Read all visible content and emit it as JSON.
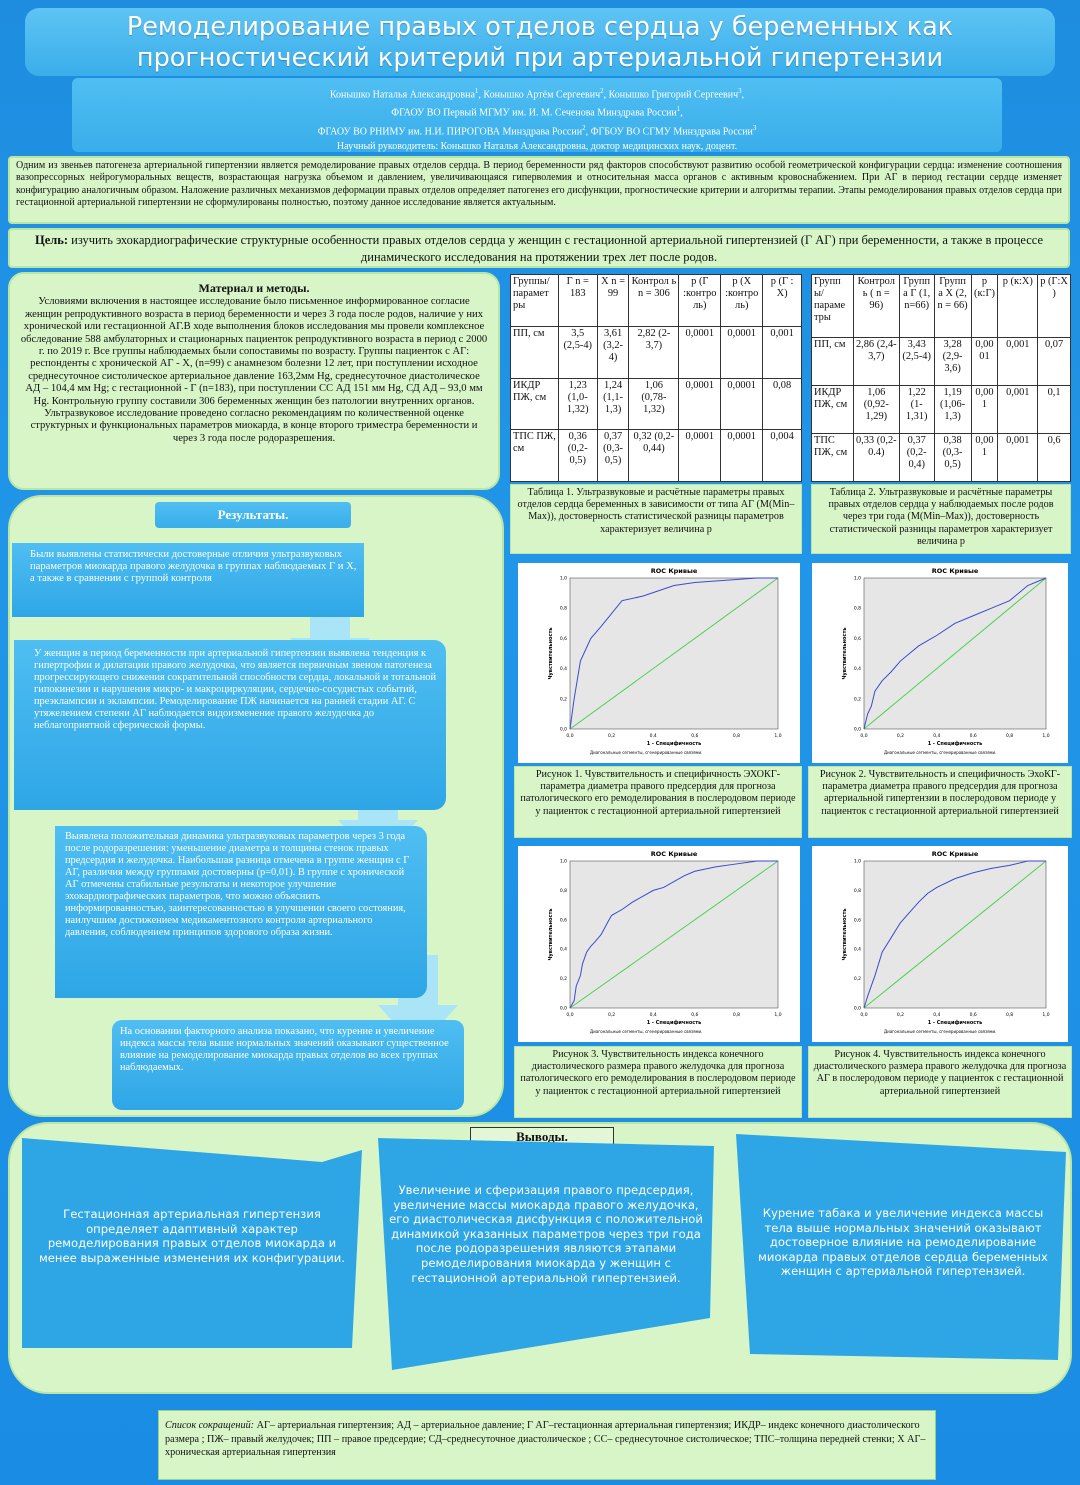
{
  "title": {
    "line1": "Ремоделирование правых отделов сердца у беременных как",
    "line2": "прогностический критерий при артериальной гипертензии"
  },
  "authors": {
    "names_1": "Конышко Наталья Александровна",
    "names_2": ", Конышко Артём Сергеевич",
    "names_3": ", Конышко Григорий Сергеевич",
    "aff_line1": "ФГАОУ ВО Первый МГМУ им. И. М. Сеченова Минздрава России",
    "aff_line2a": "ФГАОУ ВО РНИМУ им. Н.И. ПИРОГОВА Минздрава России",
    "aff_line2b": ", ФГБОУ ВО СГМУ Минздрава России",
    "supervisor": "Научный руководитель: Конышко Наталья Александровна, доктор медицинских наук, доцент.",
    "sup1": "1",
    "sup2": "2",
    "sup3": "3",
    "sep_comma": ","
  },
  "intro": "Одним из звеньев патогенеза артериальной гипертензии является ремоделирование правых отделов сердца. В период беременности ряд факторов способствуют развитию особой геометрической конфигурации сердца: изменение соотношения вазопрессорных нейрогуморальных веществ, возрастающая нагрузка объемом и давлением, увеличивающаяся гиперволемия и относительная масса органов с активным кровоснабжением. При АГ в период гестации сердце изменяет конфигурацию аналогичным образом. Наложение различных механизмов деформации правых отделов определяет патогенез его дисфункции, прогностические критерии и алгоритмы терапии. Этапы ремоделирования правых отделов сердца при гестационной артериальной гипертензии не сформулированы полностью, поэтому данное исследование является актуальным.",
  "aim": {
    "label": "Цель:",
    "text": " изучить эхокардиографические структурные особенности правых отделов сердца у женщин с гестационной артериальной гипертензией (Г АГ) при беременности, а также в процессе динамического исследования на протяжении трех лет после родов."
  },
  "methods": {
    "title": "Материал и методы.",
    "text": "Условиями включения в настоящее исследование было письменное информированное согласие женщин репродуктивного возраста в период беременности и через 3 года после родов, наличие у них хронической или гестационной АГ.В ходе выполнения блоков исследования мы провели комплексное обследование 588 амбулаторных и стационарных пациенток репродуктивного возраста в период с 2000 г. по 2019 г. Все группы наблюдаемых были сопоставимы по возрасту. Группы пациенток с АГ: респонденты с хронической АГ - Х, (n=99) с анамнезом болезни 12 лет, при поступлении исходное среднесуточное систолическое артериальное давление 163,2мм Hg, среднесуточное диастолическое АД – 104,4 мм Hg; с гестационной - Г (n=183), при поступлении СС АД 151 мм Hg, СД АД – 93,0 мм Hg. Контрольную группу составили 306 беременных женщин без патологии внутренних органов. Ультразвуковое исследование проведено согласно рекомендациям по количественной оценке структурных и функциональных параметров миокарда, в конце второго триместра беременности и через 3 года после родоразрешения."
  },
  "table1": {
    "header": [
      "Группы/ парамет ры",
      "Г n = 183",
      "Х n = 99",
      "Контрол ь n = 306",
      "р (Г :контро ль)",
      "р (Х :контро ль)",
      "р (Г : Х)"
    ],
    "rows": [
      [
        "ПП, см",
        "3,5 (2,5-4)",
        "3,61 (3,2-4)",
        "2,82 (2-3,7)",
        "0,0001",
        "0,0001",
        "0,001"
      ],
      [
        "ИКДР ПЖ, см",
        "1,23 (1,0-1,32)",
        "1,24 (1,1-1,3)",
        "1,06 (0,78-1,32)",
        "0,0001",
        "0,0001",
        "0,08"
      ],
      [
        "ТПС ПЖ, см",
        "0,36 (0,2-0,5)",
        "0,37 (0,3-0,5)",
        "0,32 (0,2-0,44)",
        "0,0001",
        "0,0001",
        "0,004"
      ]
    ],
    "caption": "Таблица 1. Ультразвуковые и расчётные параметры правых отделов сердца беременных в зависимости от типа АГ (M(Min–Max)), достоверность статистической разницы параметров характеризует величина р"
  },
  "table2": {
    "header": [
      "Групп ы/ параме тры",
      "Контрол ь ( n = 96)",
      "Групп а Г (1, n=66)",
      "Групп а Х (2, n = 66)",
      "р (к:Г)",
      "р (к:Х)",
      "р (Г:Х )"
    ],
    "rows": [
      [
        "ПП, см",
        "2,86 (2,4-3,7)",
        "3,43 (2,5-4)",
        "3,28 (2,9-3,6)",
        "0,00 01",
        "0,001",
        "0,07"
      ],
      [
        "ИКДР ПЖ, см",
        "1,06 (0,92-1,29)",
        "1,22 (1-1,31)",
        "1,19 (1,06-1,3)",
        "0,00 1",
        "0,001",
        "0,1"
      ],
      [
        "ТПС ПЖ, см",
        "0,33 (0,2-0.4)",
        "0,37 (0,2-0,4)",
        "0,38 (0,3-0,5)",
        "0,00 1",
        "0,001",
        "0,6"
      ]
    ],
    "caption": "Таблица 2. Ультразвуковые и расчётные параметры правых отделов сердца у наблюдаемых после родов через три года (M(Min–Max)), достоверность статистической разницы параметров характеризует величина р"
  },
  "figures": [
    {
      "chart_title": "ROC Кривые",
      "xlabel": "1 - Специфичность",
      "ylabel": "Чувствительность",
      "footnote": "Диагональные сегменты, сгенерированные связями.",
      "caption": "Рисунок 1. Чувствительность и специфичность ЭХОКГ-параметра диаметра правого предсердия для прогноза патологического его ремоделирования в послеродовом периоде у пациенток с гестационной артериальной гипертензией"
    },
    {
      "chart_title": "ROC Кривые",
      "xlabel": "1 - Специфичность",
      "ylabel": "Чувствительность",
      "footnote": "Диагональные сегменты, сгенерированные связями.",
      "caption": "Рисунок 2. Чувствительность и специфичность ЭхоКГ-параметра диаметра правого предсердия для прогноза артериальной гипертензии в послеродовом периоде у пациенток с гестационной артериальной гипертензией"
    },
    {
      "chart_title": "ROC Кривые",
      "xlabel": "1 - Специфичность",
      "ylabel": "Чувствительность",
      "footnote": "Диагональные сегменты, сгенерированные связями.",
      "caption": "Рисунок 3. Чувствительность индекса конечного диастолического размера правого желудочка для прогноза патологического его ремоделирования в послеродовом периоде у пациенток с гестационной артериальной гипертензией"
    },
    {
      "chart_title": "ROC Кривые",
      "xlabel": "1 - Специфичность",
      "ylabel": "Чувствительность",
      "footnote": "Диагональные сегменты, сгенерированные связями.",
      "caption": "Рисунок 4. Чувствительность индекса конечного диастолического размера правого желудочка для прогноза АГ в послеродовом периоде у пациенток с гестационной артериальной гипертензией"
    }
  ],
  "chart_data": [
    {
      "type": "line",
      "title": "ROC Кривые",
      "xlabel": "1 - Специфичность",
      "ylabel": "Чувствительность",
      "xlim": [
        0,
        1
      ],
      "ylim": [
        0,
        1
      ],
      "ticks": [
        "0,0",
        "0,2",
        "0,4",
        "0,6",
        "0,8",
        "1,0"
      ],
      "x": [
        0,
        0.02,
        0.05,
        0.1,
        0.15,
        0.25,
        0.35,
        0.5,
        0.6,
        0.8,
        0.9,
        1.0
      ],
      "y": [
        0,
        0.2,
        0.45,
        0.6,
        0.68,
        0.85,
        0.88,
        0.95,
        0.97,
        0.99,
        1.0,
        1.0
      ],
      "reference_line": true
    },
    {
      "type": "line",
      "title": "ROC Кривые",
      "xlabel": "1 - Специфичность",
      "ylabel": "Чувствительность",
      "xlim": [
        0,
        1
      ],
      "ylim": [
        0,
        1
      ],
      "ticks": [
        "0,0",
        "0,2",
        "0,4",
        "0,6",
        "0,8",
        "1,0"
      ],
      "x": [
        0,
        0.02,
        0.04,
        0.06,
        0.1,
        0.15,
        0.2,
        0.3,
        0.4,
        0.5,
        0.6,
        0.7,
        0.8,
        0.9,
        1.0
      ],
      "y": [
        0,
        0.1,
        0.15,
        0.25,
        0.32,
        0.38,
        0.45,
        0.55,
        0.62,
        0.7,
        0.75,
        0.8,
        0.85,
        0.95,
        1.0
      ],
      "reference_line": true
    },
    {
      "type": "line",
      "title": "ROC Кривые",
      "xlabel": "1 - Специфичность",
      "ylabel": "Чувствительность",
      "xlim": [
        0,
        1
      ],
      "ylim": [
        0,
        1
      ],
      "ticks": [
        "0,0",
        "0,2",
        "0,4",
        "0,6",
        "0,8",
        "1,0"
      ],
      "x": [
        0,
        0.02,
        0.03,
        0.05,
        0.06,
        0.08,
        0.1,
        0.12,
        0.15,
        0.18,
        0.2,
        0.25,
        0.3,
        0.35,
        0.4,
        0.45,
        0.5,
        0.55,
        0.6,
        0.7,
        0.8,
        0.9,
        1.0
      ],
      "y": [
        0,
        0.05,
        0.15,
        0.22,
        0.3,
        0.38,
        0.42,
        0.45,
        0.5,
        0.58,
        0.63,
        0.67,
        0.72,
        0.76,
        0.8,
        0.82,
        0.86,
        0.9,
        0.93,
        0.96,
        0.98,
        1.0,
        1.0
      ],
      "reference_line": true
    },
    {
      "type": "line",
      "title": "ROC Кривые",
      "xlabel": "1 - Специфичность",
      "ylabel": "Чувствительность",
      "xlim": [
        0,
        1
      ],
      "ylim": [
        0,
        1
      ],
      "ticks": [
        "0,0",
        "0,2",
        "0,4",
        "0,6",
        "0,8",
        "1,0"
      ],
      "x": [
        0,
        0.02,
        0.04,
        0.06,
        0.08,
        0.1,
        0.15,
        0.2,
        0.25,
        0.3,
        0.35,
        0.4,
        0.5,
        0.6,
        0.7,
        0.8,
        0.9,
        1.0
      ],
      "y": [
        0,
        0.08,
        0.15,
        0.22,
        0.3,
        0.38,
        0.48,
        0.58,
        0.65,
        0.72,
        0.78,
        0.82,
        0.88,
        0.92,
        0.95,
        0.97,
        1.0,
        1.0
      ],
      "reference_line": true
    }
  ],
  "results": {
    "header": "Результаты.",
    "box1": "Были выявлены статистически достоверные отличия ультразвуковых параметров миокарда правого желудочка в группах наблюдаемых Г и Х, а также в сравнении с группой контроля",
    "box2": "У женщин в период беременности при артериальной гипертензии выявлена тенденция к гипертрофии и дилатации правого желудочка, что является первичным звеном патогенеза прогрессирующего снижения сократительной способности сердца, локальной и тотальной гипокинезии и нарушения микро- и макроциркуляции, сердечно-сосудистых событий, преэклампсии и эклампсии. Ремоделирование ПЖ начинается на ранней стадии АГ. С утяжелением степени АГ наблюдается видоизменение правого желудочка до неблагоприятной сферической формы.",
    "box3": "Выявлена положительная динамика ультразвуковых параметров через 3 года после родоразрешения: уменьшение диаметра и толщины стенок правых предсердия и желудочка. Наибольшая разница отмечена в группе женщин с Г АГ, различия между группами достоверны (p=0,01). В группе с хронической АГ отмечены стабильные результаты и некоторое улучшение эхокардиографических параметров, что можно объяснить информированностью, заинтересованностью в улучшении своего состояния, наилучшим достижением медикаментозного контроля артериального давления, соблюдением принципов здорового образа жизни.",
    "box4": "На основании факторного анализа показано, что курение и увеличение индекса массы тела выше нормальных значений оказывают существенное влияние на ремоделирование миокарда правых отделов во всех группах наблюдаемых."
  },
  "conclusions": {
    "header": "Выводы.",
    "col1": "Гестационная артериальная гипертензия определяет адаптивный характер ремоделирования правых отделов миокарда и менее выраженные изменения их конфигурации.",
    "col2": "Увеличение и сферизация правого предсердия, увеличение массы миокарда правого желудочка, его диастолическая дисфункция с положительной динамикой указанных параметров через три года после родоразрешения являются этапами ремоделирования миокарда у женщин с гестационной артериальной гипертензией.",
    "col3": "Курение табака и увеличение индекса массы тела выше нормальных значений оказывают достоверное влияние на ремоделирование миокарда правых отделов сердца беременных женщин с артериальной гипертензией."
  },
  "abbreviations": {
    "label": "Список сокращений:",
    "text": " АГ– артериальная гипертензия; АД – артериальное давление; Г АГ–гестационная артериальная гипертензия; ИКДР– индекс конечного диастолического размера ; ПЖ– правый желудочек; ПП – правое предсердие; СД–среднесуточное диастолическое ; СС– среднесуточное систолическое; ТПС–толщина передней стенки; Х АГ– хроническая артериальная гипертензия"
  }
}
